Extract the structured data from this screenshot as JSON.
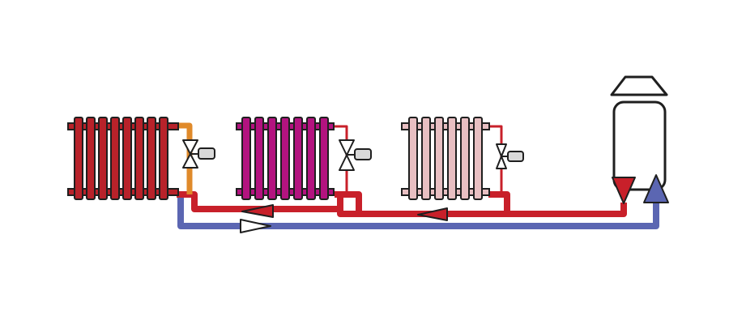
{
  "diagram": {
    "description_text": "",
    "colors": {
      "background": "#ffffff",
      "outline": "#1f1f1f",
      "supply_pipe": "#c8202a",
      "return_pipe": "#5b66b2",
      "bypass_pipe": "#e08a2a",
      "radiator_1": "#b8222a",
      "radiator_2": "#b3137f",
      "radiator_3": "#e8bfc2",
      "valve_body": "#ffffff",
      "valve_actuator": "#d9d9d9",
      "boiler_body": "#ffffff",
      "flow_arrow_supply": "#c8202a",
      "flow_arrow_return": "#5b66b2",
      "inline_arrow_fill": "#ffffff"
    },
    "components": [
      {
        "name": "radiator",
        "count": 3,
        "sections": [
          8,
          7,
          6
        ]
      },
      {
        "name": "thermostatic-valve",
        "count": 3
      },
      {
        "name": "boiler",
        "count": 1
      },
      {
        "name": "supply-flow-arrow",
        "direction": "down"
      },
      {
        "name": "return-flow-arrow",
        "direction": "up"
      },
      {
        "name": "inline-flow-arrow",
        "count": 3
      }
    ]
  }
}
